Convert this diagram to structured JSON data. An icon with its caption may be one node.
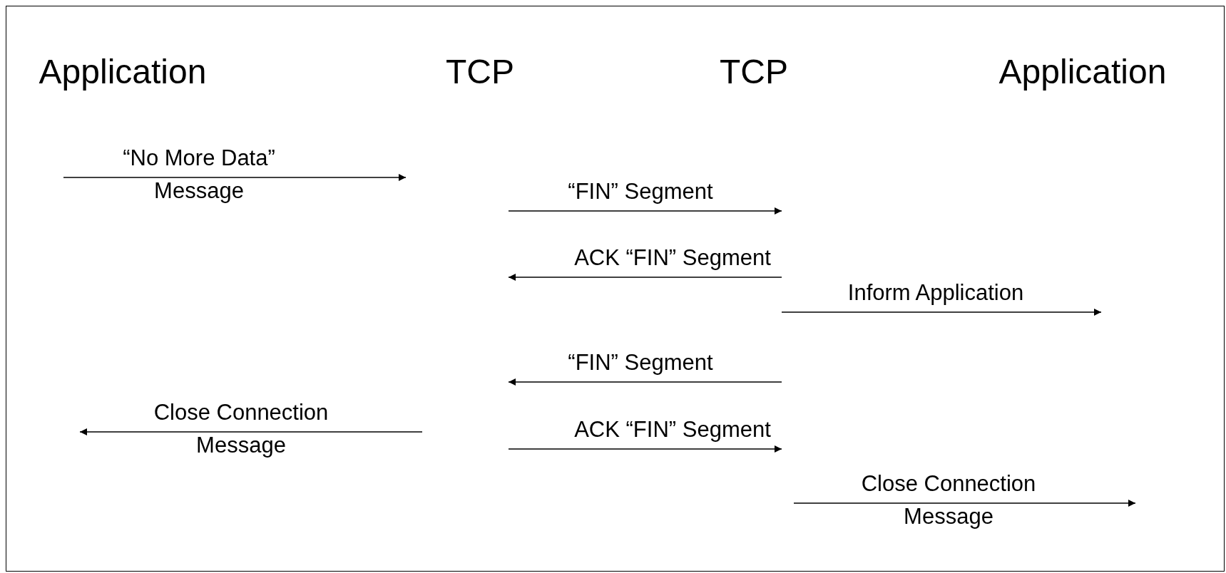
{
  "diagram": {
    "labels": [
      "Application",
      "TCP",
      "TCP",
      "Application",
      "“No More Data” Message",
      "“FIN” Segment",
      "ACK “FIN” Segment",
      "Inform Application",
      "“FIN” Segment",
      "Close Connection Message",
      "ACK “FIN” Segment",
      "Close Connection Message"
    ]
  }
}
